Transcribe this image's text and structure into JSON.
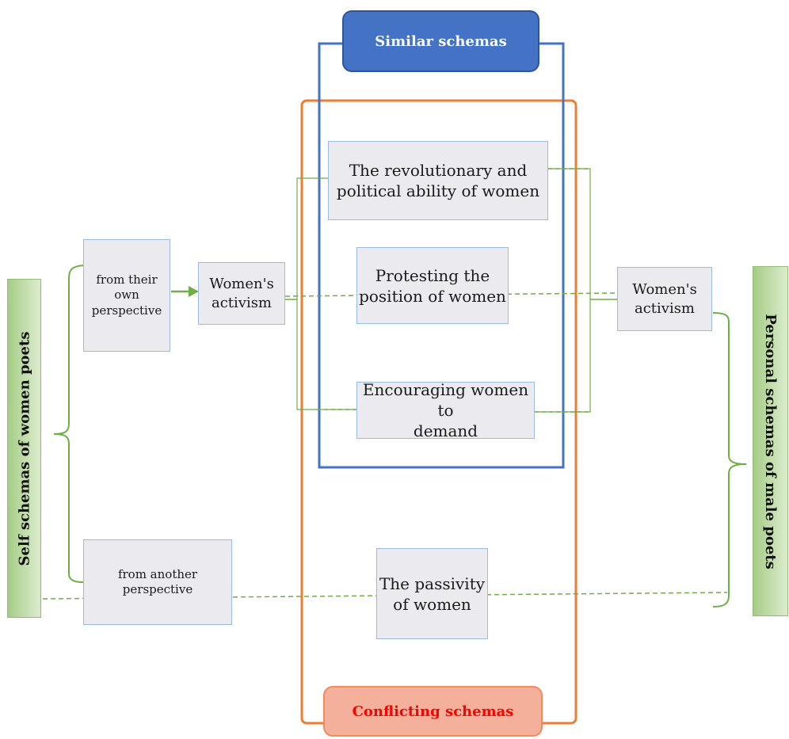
{
  "headers": {
    "similar": "Similar schemas",
    "conflicting": "Conflicting schemas"
  },
  "side_labels": {
    "left": "Self schemas of women poets",
    "right": "Personal schemas of male poets"
  },
  "left_column": {
    "own_perspective": [
      "from their",
      "own",
      "perspective"
    ],
    "another_perspective": [
      "from another",
      "perspective"
    ],
    "activism": [
      "Women's",
      "activism"
    ]
  },
  "center": {
    "revolutionary": [
      "The revolutionary and",
      "political ability of women"
    ],
    "protesting": [
      "Protesting the",
      "position of women"
    ],
    "encouraging": [
      "Encouraging women to",
      "demand"
    ],
    "passivity": [
      "The passivity",
      "of women"
    ]
  },
  "right_column": {
    "activism": [
      "Women's",
      "activism"
    ]
  },
  "colors": {
    "similar_frame": "#4472c4",
    "conflicting_frame": "#ed7d31",
    "connector": "#70ad47",
    "node_fill": "#ebebef",
    "node_border": "#9bbbe0",
    "conflicting_text": "#ff0000"
  }
}
